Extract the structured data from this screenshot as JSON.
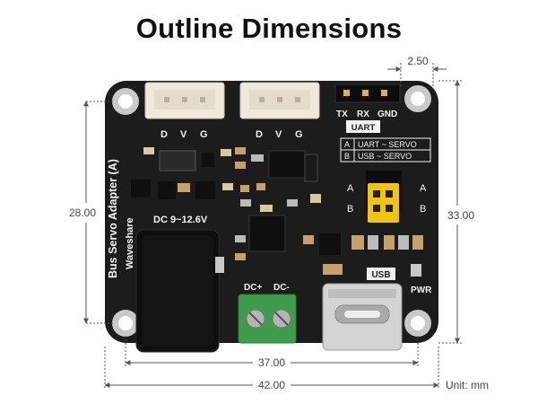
{
  "title": "Outline Dimensions",
  "dimensions": {
    "header_pitch": "2.50",
    "hole_spacing_v": "28.00",
    "board_height": "33.00",
    "hole_spacing_h": "37.00",
    "board_width": "42.00",
    "unit": "Unit: mm"
  },
  "board": {
    "connector_left_labels": [
      "D",
      "V",
      "G"
    ],
    "connector_right_labels": [
      "D",
      "V",
      "G"
    ],
    "header_labels": [
      "TX",
      "RX",
      "GND"
    ],
    "uart_label": "UART",
    "mode_table": [
      {
        "key": "A",
        "value": "UART ~ SERVO"
      },
      {
        "key": "B",
        "value": "USB ~ SERVO"
      }
    ],
    "jumper_left": [
      "A",
      "B"
    ],
    "jumper_right": [
      "A",
      "B"
    ],
    "product_name": "Bus Servo Adapter (A)",
    "brand": "Waveshare",
    "dc_input": "DC 9~12.6V",
    "dc_plus": "DC+",
    "dc_minus": "DC-",
    "usb_label": "USB",
    "pwr_label": "PWR"
  },
  "colors": {
    "pcb": "#1c1c1c",
    "connector": "#efe9dc",
    "terminal": "#3f9c4a",
    "jumper": "#f1c40f",
    "dim_line": "#555555"
  }
}
